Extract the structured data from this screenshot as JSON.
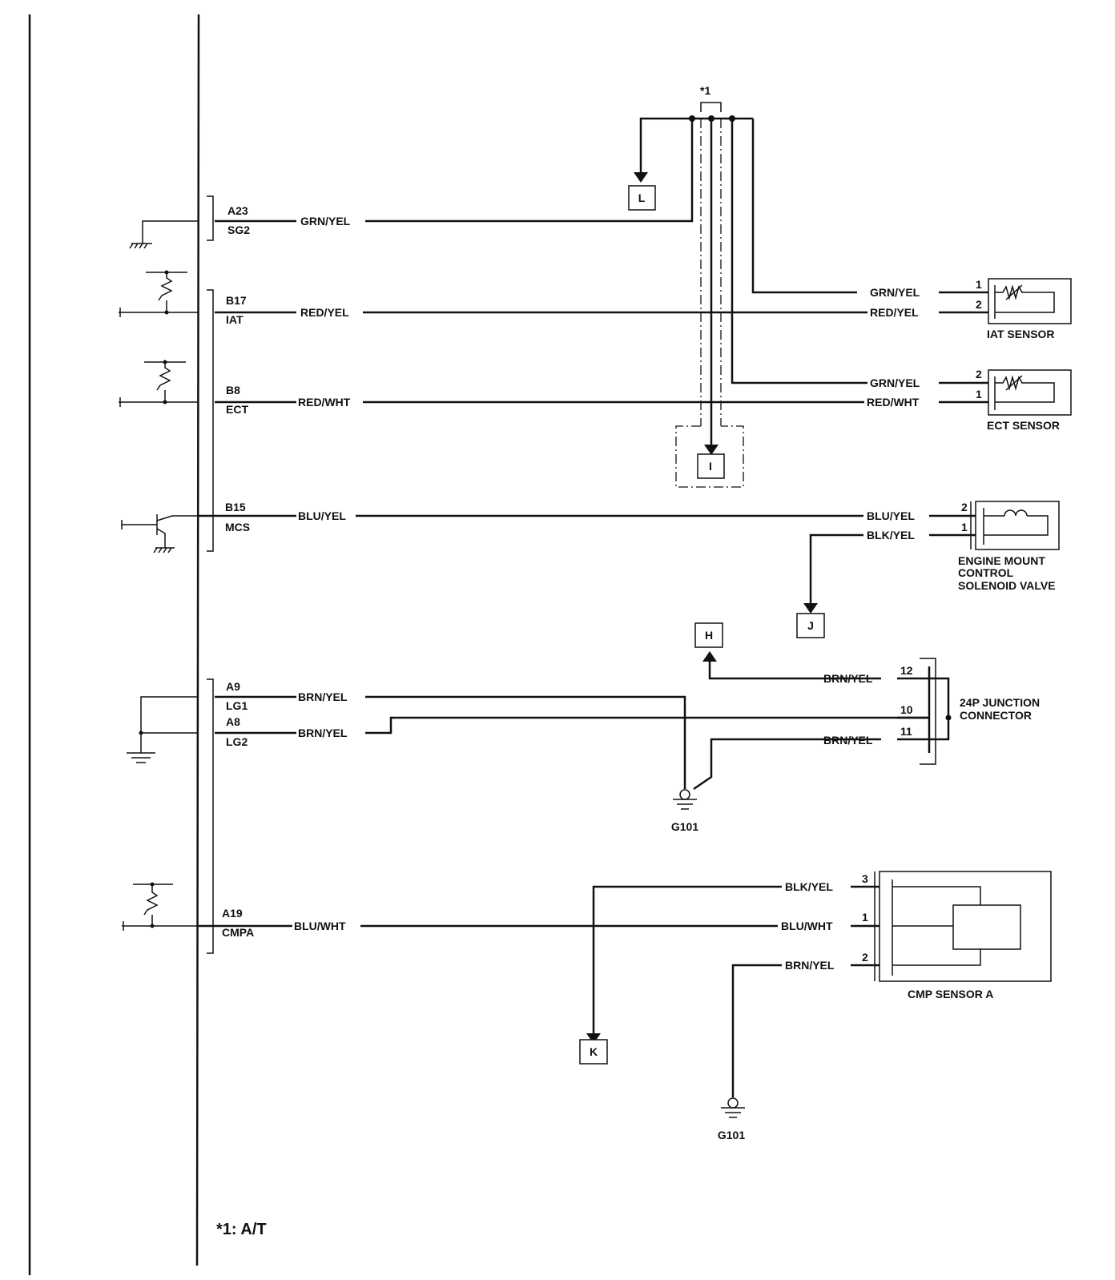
{
  "pcm": {
    "a23": "A23",
    "sg2": "SG2",
    "b17": "B17",
    "iat": "IAT",
    "b8": "B8",
    "ect": "ECT",
    "b15": "B15",
    "mcs": "MCS",
    "a9": "A9",
    "lg1": "LG1",
    "a8": "A8",
    "lg2": "LG2",
    "a19": "A19",
    "cmpa": "CMPA"
  },
  "wires": {
    "grn_yel": "GRN/YEL",
    "red_yel": "RED/YEL",
    "red_wht": "RED/WHT",
    "blu_yel": "BLU/YEL",
    "blk_yel": "BLK/YEL",
    "brn_yel": "BRN/YEL",
    "blu_wht": "BLU/WHT"
  },
  "components": {
    "iat_sensor": "IAT SENSOR",
    "ect_sensor": "ECT SENSOR",
    "emcsv_line1": "ENGINE MOUNT",
    "emcsv_line2": "CONTROL",
    "emcsv_line3": "SOLENOID VALVE",
    "jc_line1": "24P JUNCTION",
    "jc_line2": "CONNECTOR",
    "cmp_sensor": "CMP SENSOR A"
  },
  "pins": {
    "iat_1": "1",
    "iat_2": "2",
    "ect_2": "2",
    "ect_1": "1",
    "emc_2": "2",
    "emc_1": "1",
    "jc_12": "12",
    "jc_10": "10",
    "jc_11": "11",
    "cmp_3": "3",
    "cmp_1": "1",
    "cmp_2": "2"
  },
  "refs": {
    "L": "L",
    "I": "I",
    "J": "J",
    "H": "H",
    "K": "K"
  },
  "grounds": {
    "g101_a": "G101",
    "g101_b": "G101"
  },
  "notes": {
    "star1": "*1",
    "footnote": "*1: A/T"
  }
}
